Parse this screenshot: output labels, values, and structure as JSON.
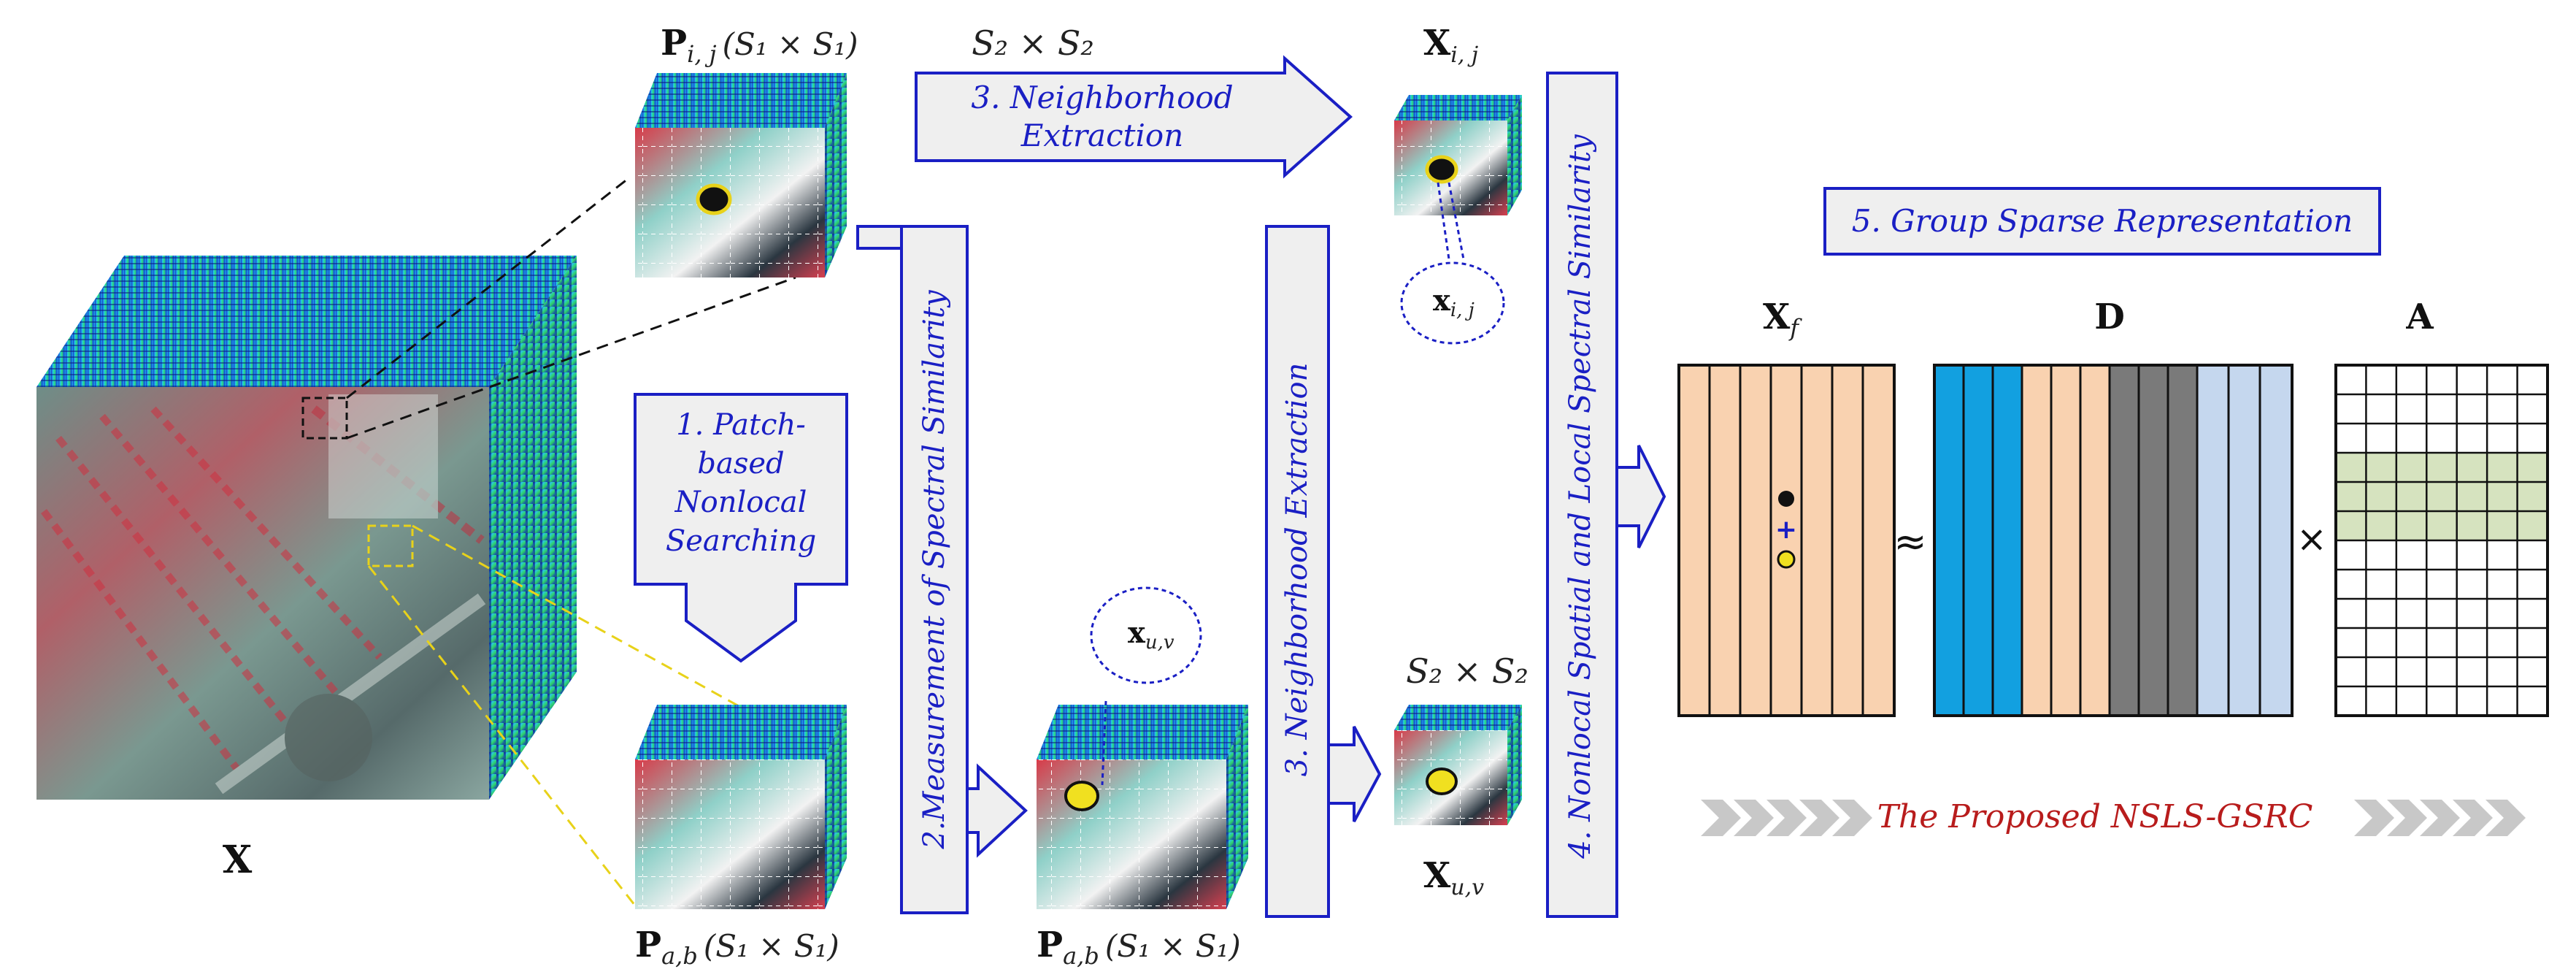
{
  "labels": {
    "X": "X",
    "P_ij": "P",
    "P_ij_sub": "i, j",
    "P_ij_size": "(S₁ × S₁)",
    "P_ab_1": "P",
    "P_ab_1_sub": "a,b",
    "P_ab_1_size": "(S₁ × S₁)",
    "P_ab_2": "P",
    "P_ab_2_sub": "a,b",
    "P_ab_2_size": "(S₁ × S₁)",
    "S2_top": "S₂ × S₂",
    "S2_bottom": "S₂ × S₂",
    "X_ij": "X",
    "X_ij_sub": "i, j",
    "X_uv": "X",
    "X_uv_sub": "u,v",
    "x_ij": "x",
    "x_ij_sub": "i, j",
    "x_uv": "x",
    "x_uv_sub": "u,v",
    "X_f": "X",
    "X_f_sub": "f",
    "D": "D",
    "A": "A",
    "approx": "≈",
    "times": "×",
    "plus": "+"
  },
  "steps": {
    "s1_line1": "1. Patch-",
    "s1_line2": "based",
    "s1_line3": "Nonlocal",
    "s1_line4": "Searching",
    "s2": "2.Measurement of Spectral Similarity",
    "s3_top_line1": "3. Neighborhood",
    "s3_top_line2": "Extraction",
    "s3_vertical": "3. Neighborhood  Extraction",
    "s4": "4. Nonlocal Spatial and Local Spectral Similarity",
    "s5": "5. Group Sparse Representation"
  },
  "footer": {
    "title": "The Proposed NSLS-GSRC"
  },
  "colors": {
    "step_text": "#1a1fc4",
    "arrow_stroke": "#1a1fc4",
    "arrow_fill": "#efefef",
    "matrix_xf": "#f9d2b0",
    "dict_blue": "#12a0e0",
    "dict_peach": "#f9d2b0",
    "dict_gray": "#7a7a7a",
    "dict_light": "#c5d7ee",
    "sparse_row": "#d6e3bf",
    "title_red": "#b81c1c"
  }
}
